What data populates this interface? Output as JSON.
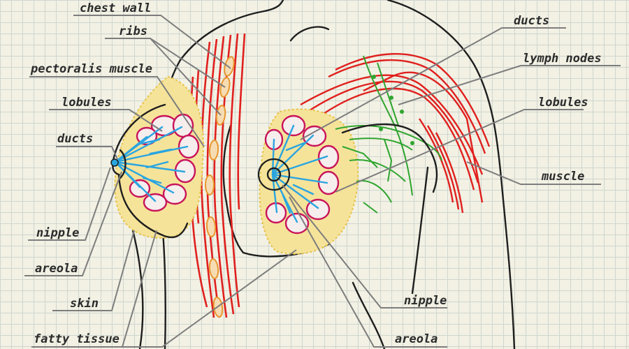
{
  "labels": {
    "chest_wall": "chest wall",
    "ribs": "ribs",
    "pectoralis_muscle": "pectoralis muscle",
    "lobules_left": "lobules",
    "ducts_left": "ducts",
    "nipple_left": "nipple",
    "areola_left": "areola",
    "skin": "skin",
    "fatty_tissue": "fatty tissue",
    "ducts_right": "ducts",
    "lymph_nodes": "lymph nodes",
    "lobules_right": "lobules",
    "muscle": "muscle",
    "nipple_right": "nipple",
    "areola_right": "areola"
  },
  "colors": {
    "background": "#f2f1e4",
    "grid": "#cfd6cf",
    "outline": "#1e1e1e",
    "leader": "#7d7d7d",
    "muscle": "#e0201e",
    "ducts": "#2aa5e0",
    "lobules": "#c8145a",
    "fat": "#f2d55a",
    "lymph": "#2fa52f",
    "rib": "#e8962e"
  }
}
